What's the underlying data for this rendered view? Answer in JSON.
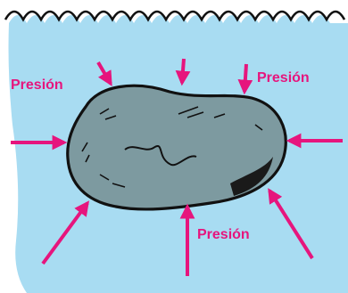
{
  "diagram": {
    "labels": [
      "Presión",
      "Presión",
      "Presión"
    ],
    "colors": {
      "water": "#a8dcf2",
      "arrow": "#e6157d",
      "rock": "#7d9aa0",
      "outline": "#111111"
    }
  }
}
